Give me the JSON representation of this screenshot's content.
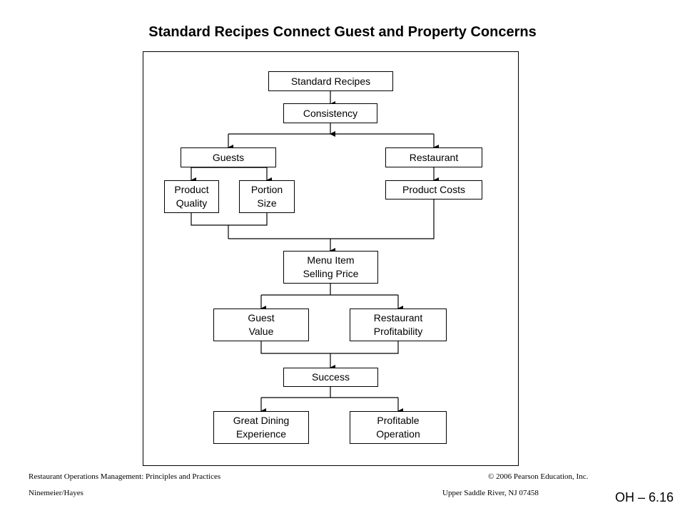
{
  "title": "Standard Recipes Connect Guest and Property Concerns",
  "nodes": {
    "standard_recipes": "Standard Recipes",
    "consistency": "Consistency",
    "guests": "Guests",
    "restaurant": "Restaurant",
    "product_quality": "Product\nQuality",
    "portion_size": "Portion\nSize",
    "product_costs": "Product Costs",
    "menu_item_selling_price": "Menu Item\nSelling Price",
    "guest_value": "Guest\nValue",
    "restaurant_profitability": "Restaurant\nProfitability",
    "success": "Success",
    "great_dining_experience": "Great Dining\nExperience",
    "profitable_operation": "Profitable\nOperation"
  },
  "footer": {
    "book_title": "Restaurant Operations Management: Principles and Practices",
    "authors": "Ninemeier/Hayes",
    "copyright": "© 2006 Pearson Education, Inc.",
    "location": "Upper Saddle River, NJ 07458",
    "slide_number": "OH – 6.16"
  }
}
